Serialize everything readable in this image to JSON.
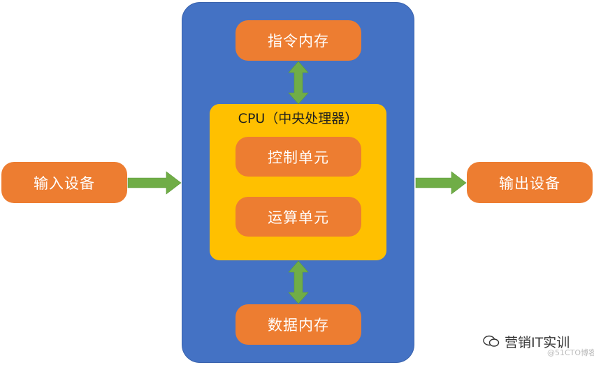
{
  "diagram": {
    "cpu_title": "CPU（中央处理器）",
    "nodes": {
      "instruction_memory": "指令内存",
      "control_unit": "控制单元",
      "arithmetic_unit": "运算单元",
      "data_memory": "数据内存",
      "input_device": "输入设备",
      "output_device": "输出设备"
    },
    "colors": {
      "panel": "#4472c4",
      "cpu": "#ffc000",
      "node": "#ed7d31",
      "arrow": "#70ad47"
    }
  },
  "watermark": {
    "account": "营销IT实训",
    "source": "@51CTO博客"
  }
}
